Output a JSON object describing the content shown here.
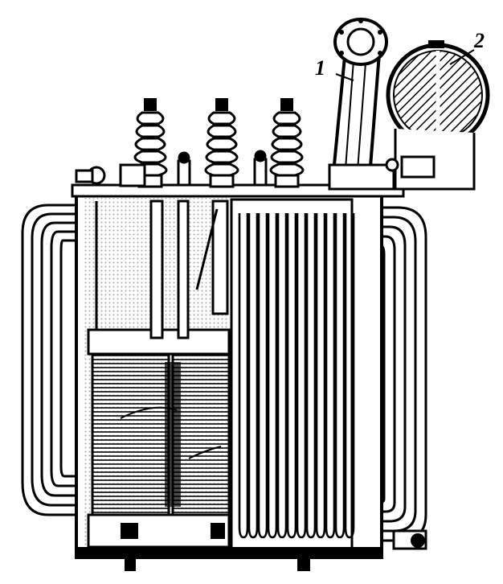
{
  "figure": {
    "callouts": [
      {
        "id": "1",
        "label": "1"
      },
      {
        "id": "2",
        "label": "2"
      }
    ],
    "ink_color": "#000000",
    "paper_color": "#ffffff"
  }
}
